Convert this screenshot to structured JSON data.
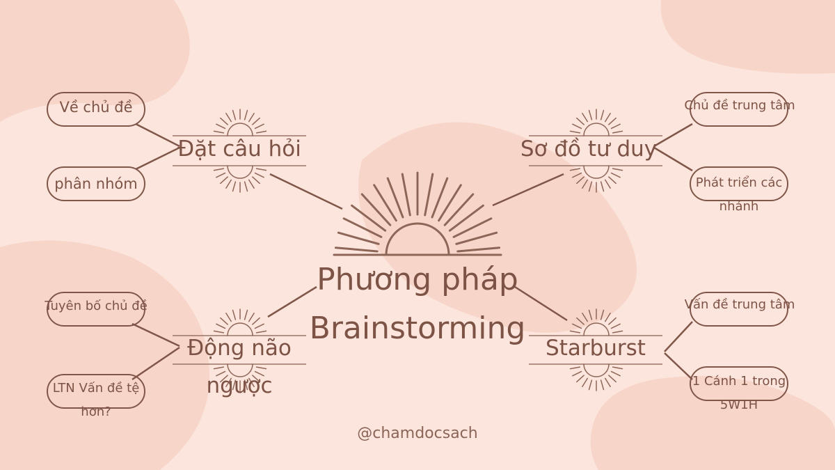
{
  "center": {
    "line1": "Phương pháp",
    "line2": "Brainstorming"
  },
  "branches": {
    "dat_cau_hoi": {
      "label": "Đặt câu hỏi",
      "leaves": [
        "Về chủ đề",
        "phân nhóm"
      ]
    },
    "so_do_tu_duy": {
      "label": "Sơ đồ tư duy",
      "leaves": [
        "Chủ đề trung tâm",
        "Phát triển các",
        "nhánh"
      ]
    },
    "dong_nao_nguoc": {
      "label_line1": "Động não",
      "label_line2": "ngược",
      "leaves": [
        "Tuyên bố chủ đề",
        "LTN Vấn đề tệ",
        "hơn?"
      ]
    },
    "starburst": {
      "label": "Starburst",
      "leaves": [
        "Vấn đề trung tâm",
        "1 Cánh 1 trong",
        "5W1H"
      ]
    }
  },
  "handle": "@chamdocsach",
  "colors": {
    "background": "#fce5dc",
    "blob": "#f7d5c9",
    "ink": "#7d5346",
    "pill_border": "#805649"
  }
}
